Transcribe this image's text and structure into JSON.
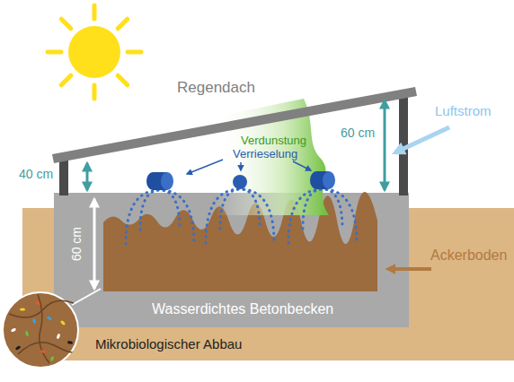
{
  "diagram": {
    "labels": [
      "Regendach",
      "Luftstrom",
      "60 cm",
      "40 cm",
      "Verdunstung",
      "Verrieselung",
      "60 cm",
      "Ackerboden",
      "Wasserdichtes Betonbecken",
      "Mikrobiologischer Abbau"
    ]
  }
}
